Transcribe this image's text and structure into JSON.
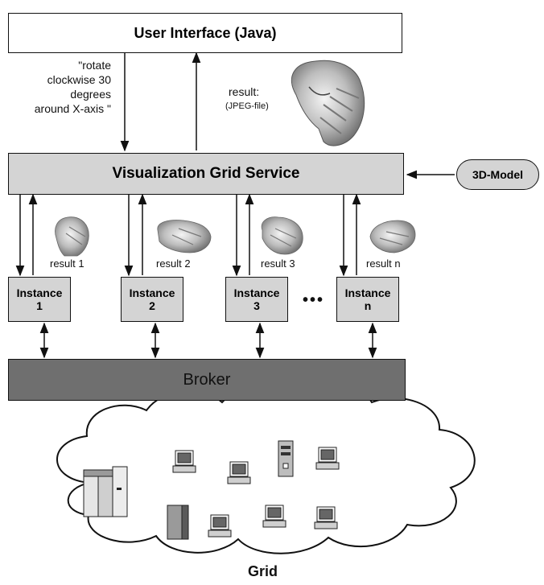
{
  "ui_box": {
    "label": "User Interface (Java)"
  },
  "command_text": [
    "\"rotate",
    "clockwise 30",
    "degrees",
    "around X-axis \""
  ],
  "result_text": {
    "line1": "result:",
    "line2": "(JPEG-file)"
  },
  "service_box": {
    "label": "Visualization Grid Service"
  },
  "model_box": {
    "label": "3D-Model"
  },
  "instances": [
    {
      "line1": "Instance",
      "line2": "1",
      "result": "result 1"
    },
    {
      "line1": "Instance",
      "line2": "2",
      "result": "result 2"
    },
    {
      "line1": "Instance",
      "line2": "3",
      "result": "result 3"
    },
    {
      "line1": "Instance",
      "line2": "n",
      "result": "result n"
    }
  ],
  "ellipsis": "•••",
  "broker_box": {
    "label": "Broker"
  },
  "grid_label": "Grid",
  "colors": {
    "box_fill": "#d4d4d4",
    "broker_fill": "#6f6f6f",
    "line": "#111111"
  }
}
